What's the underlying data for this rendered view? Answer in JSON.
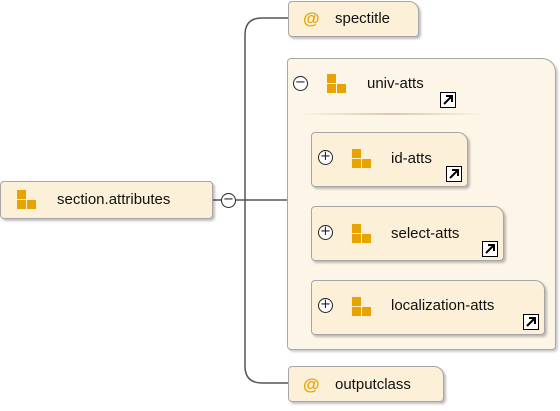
{
  "root": {
    "label": "section.attributes",
    "icon": "attribute-group-icon"
  },
  "attributes": [
    {
      "label": "spectitle",
      "icon_glyph": "@"
    },
    {
      "label": "outputclass",
      "icon_glyph": "@"
    }
  ],
  "group": {
    "label": "univ-atts",
    "children": [
      {
        "label": "id-atts"
      },
      {
        "label": "select-atts"
      },
      {
        "label": "localization-atts"
      }
    ]
  },
  "toggles": {
    "collapse": "−",
    "expand": "+"
  },
  "colors": {
    "accent": "#e8a300",
    "box_fill": "#fdf0d8",
    "container_fill": "#fdf5e8",
    "border": "#a6a6a6"
  }
}
